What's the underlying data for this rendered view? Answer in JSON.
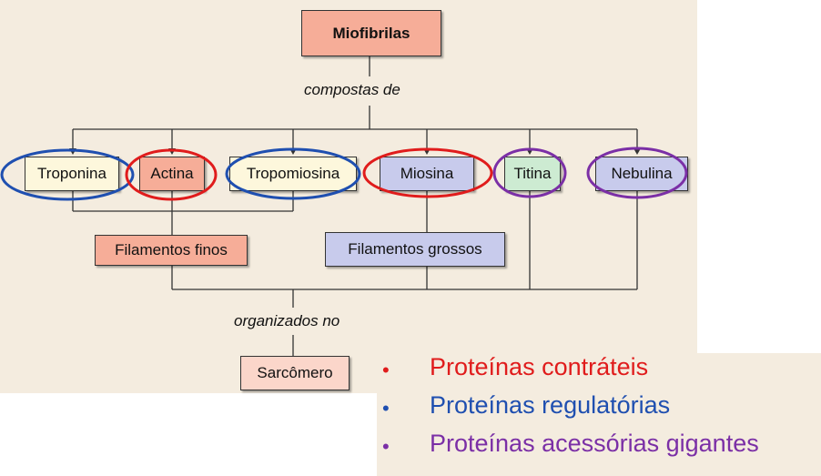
{
  "nodes": {
    "miofibrilas": "Miofibrilas",
    "troponina": "Troponina",
    "actina": "Actina",
    "tropomiosina": "Tropomiosina",
    "miosina": "Miosina",
    "titina": "Titina",
    "nebulina": "Nebulina",
    "filamentos_finos": "Filamentos finos",
    "filamentos_grossos": "Filamentos grossos",
    "sarcomero": "Sarcômero"
  },
  "labels": {
    "compostas_de": "compostas de",
    "organizados_no": "organizados no"
  },
  "legend": [
    {
      "bullet": "•",
      "text": "Proteínas contráteis",
      "color": "#e01c1c"
    },
    {
      "bullet": "•",
      "text": "Proteínas regulatórias",
      "color": "#1f4fb0"
    },
    {
      "bullet": "•",
      "text": "Proteínas acessórias gigantes",
      "color": "#7b2fa6"
    }
  ],
  "colors": {
    "panel_bg": "#f4ecdf",
    "salmon": "#f6ad98",
    "light_salmon": "#fbd6ca",
    "cream": "#fdf7dc",
    "lavender": "#c8cbec",
    "mint": "#cdebd2",
    "circle_red": "#e01c1c",
    "circle_blue": "#1f4fb0",
    "circle_purple": "#7b2fa6"
  }
}
